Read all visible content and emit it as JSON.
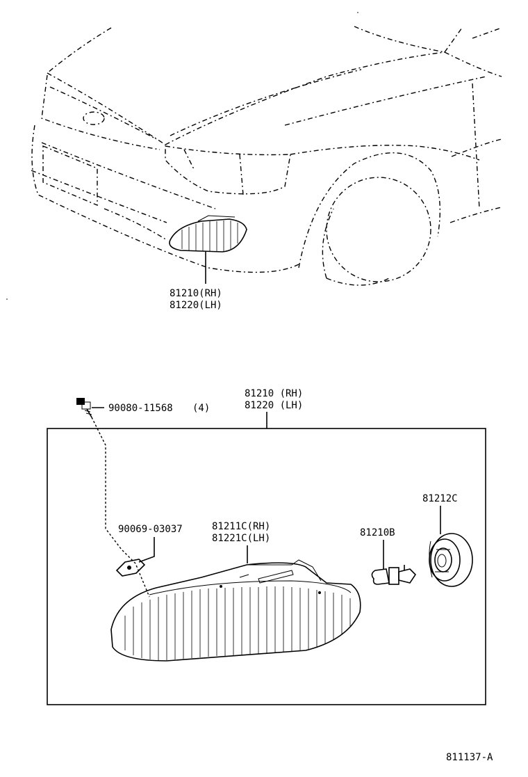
{
  "top_view": {
    "callout_line1": "81210(RH)",
    "callout_line2": "81220(LH)"
  },
  "assembly": {
    "title_line1": "81210 (RH)",
    "title_line2": "81220 (LH)"
  },
  "parts": {
    "bolt_number": "90080-11568",
    "bolt_qty": "(4)",
    "clip_number": "90069-03037",
    "lens_line1": "81211C(RH)",
    "lens_line2": "81221C(LH)",
    "bulb_number": "81210B",
    "socket_number": "81212C"
  },
  "footer": {
    "diagram_id": "811137-A"
  }
}
